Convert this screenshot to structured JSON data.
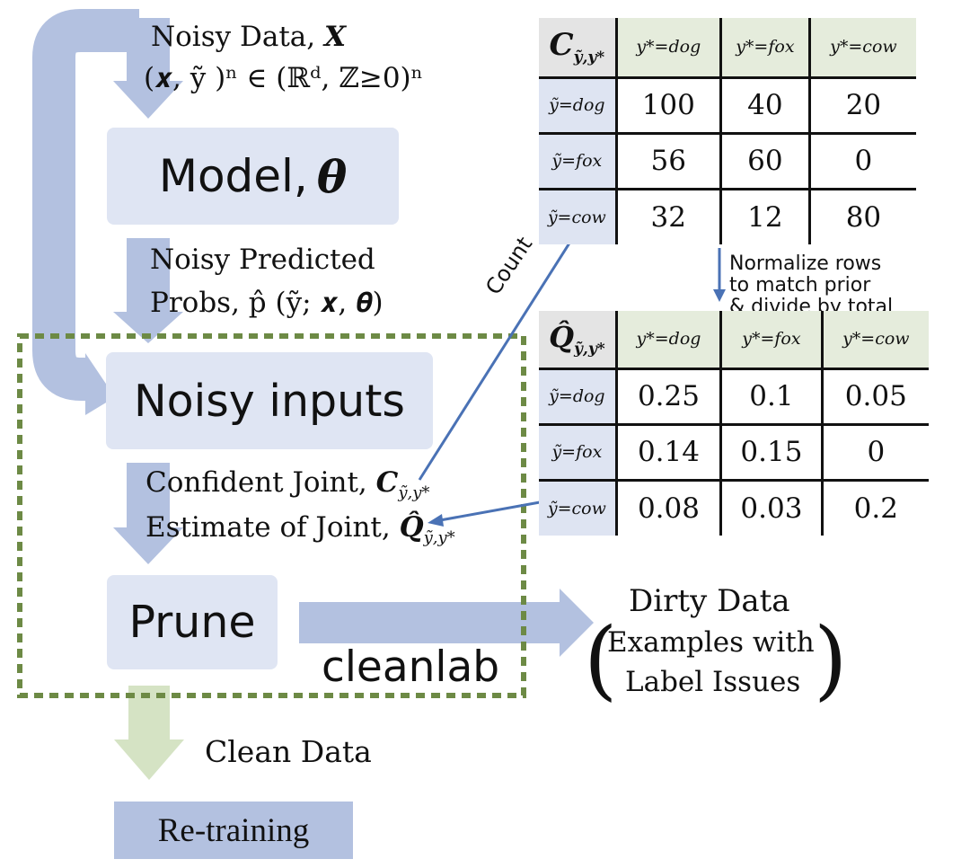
{
  "flow": {
    "noisy_data_label": "Noisy Data, ",
    "noisy_data_symbol": "X",
    "dataset_formula": "(𝒙, ỹ )ⁿ ∈ (ℝᵈ, ℤ≥0)ⁿ",
    "model_label": "Model, ",
    "model_symbol": "θ",
    "pred_probs_line1": "Noisy Predicted",
    "pred_probs_line2": "Probs, p̂ (ỹ; 𝒙, 𝜽)",
    "noisy_inputs_label": "Noisy inputs",
    "confident_joint_label": "Confident Joint, ",
    "estimate_joint_label": "Estimate of Joint, ",
    "prune_label": "Prune",
    "cleanlab_label": "cleanlab",
    "clean_data_label": "Clean Data",
    "retraining_label": "Re-training",
    "count_label": "Count",
    "normalize_line1": "Normalize rows",
    "normalize_line2": "to match prior",
    "normalize_line3": "& divide by total",
    "dirty_data_title": "Dirty Data",
    "dirty_data_line1": "Examples with",
    "dirty_data_line2": "Label Issues"
  },
  "confident_joint_table": {
    "corner": "C",
    "columns": [
      "y*=dog",
      "y*=fox",
      "y*=cow"
    ],
    "rows": [
      {
        "label": "ỹ=dog",
        "values": [
          "100",
          "40",
          "20"
        ]
      },
      {
        "label": "ỹ=fox",
        "values": [
          "56",
          "60",
          "0"
        ]
      },
      {
        "label": "ỹ=cow",
        "values": [
          "32",
          "12",
          "80"
        ]
      }
    ]
  },
  "estimated_joint_table": {
    "corner": "Q̂",
    "columns": [
      "y*=dog",
      "y*=fox",
      "y*=cow"
    ],
    "rows": [
      {
        "label": "ỹ=dog",
        "values": [
          "0.25",
          "0.1",
          "0.05"
        ]
      },
      {
        "label": "ỹ=fox",
        "values": [
          "0.14",
          "0.15",
          "0"
        ]
      },
      {
        "label": "ỹ=cow",
        "values": [
          "0.08",
          "0.03",
          "0.2"
        ]
      }
    ]
  },
  "colors": {
    "blue_box": "#dfe5f3",
    "blue_arrow": "#b3c1e0",
    "green_arrow": "#d5e3c4",
    "dashed_border": "#6d8a45",
    "connector": "#4a72b5",
    "retraining_box": "#b3c1e0",
    "column_header_bg": "#e5ecdc",
    "row_header_bg": "#dee4f2",
    "corner_bg": "#e4e4e4"
  }
}
